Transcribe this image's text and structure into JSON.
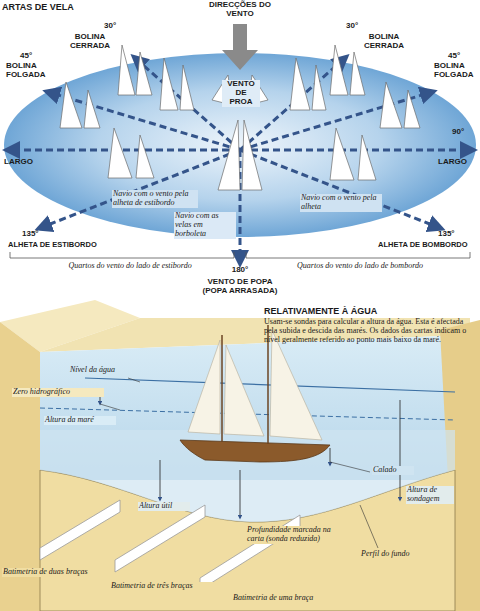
{
  "diagram": {
    "title": "ARTAS DE VELA",
    "labels": [
      "DIRECÇÕES DO VENTO",
      "30°",
      "BOLINA CERRADA",
      "30°",
      "BOLINA CERRADA",
      "45°",
      "BOLINA FOLGADA",
      "VENTO DE PROA",
      "45°",
      "BOLINA FOLGADA",
      "LARGO",
      "90°",
      "LARGO",
      "Navio com o vento pela alheta de estibordo",
      "Navio com as velas em borboleta",
      "Navio com o vento pela alheta",
      "135°",
      "ALHETA DE ESTIBORDO",
      "135°",
      "ALHETA DE BOMBORDO",
      "Quartos do vento do lado de estibordo",
      "180°",
      "VENTO DE POPA (POPA ARRASADA)",
      "Quartos do vento do lado de bombordo",
      "RELATIVAMENTE À ÁGUA",
      "Usam-se sondas para calcular a altura da água. Esta é afectada pela subida e descida das marés. Os dados das cartas indicam o nível geralmente referido ao ponto mais baixo da maré.",
      "Nível da água",
      "Zero hidrográfico",
      "Altura da maré",
      "Calado",
      "Altura útil",
      "Profundidade marcada na carta (sonda reduzida)",
      "Altura de sondagem",
      "Perfil do fundo",
      "Batimetria de duas braças",
      "Batimetria de três braças",
      "Batimetria de uma braça"
    ]
  }
}
